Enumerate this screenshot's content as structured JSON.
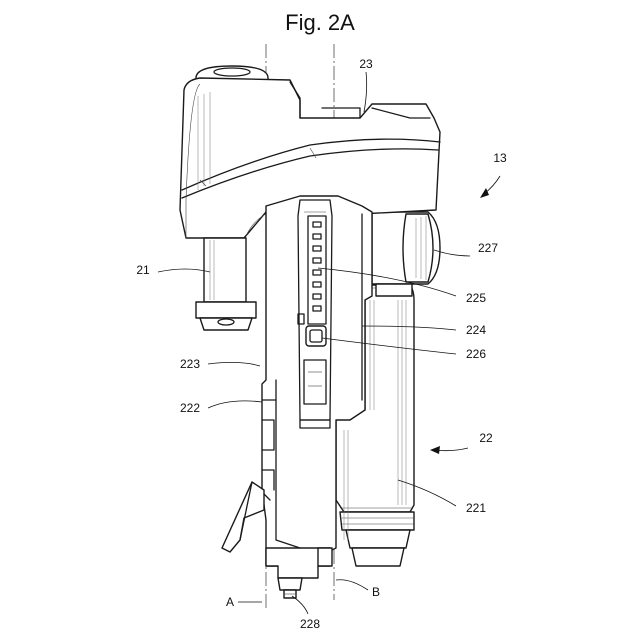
{
  "figure": {
    "title": "Fig. 2A",
    "labels": {
      "r23": "23",
      "r13": "13",
      "r21": "21",
      "r227": "227",
      "r225": "225",
      "r224": "224",
      "r226": "226",
      "r223": "223",
      "r222": "222",
      "r22": "22",
      "r221": "221",
      "rA": "A",
      "rB": "B",
      "r228": "228"
    }
  }
}
